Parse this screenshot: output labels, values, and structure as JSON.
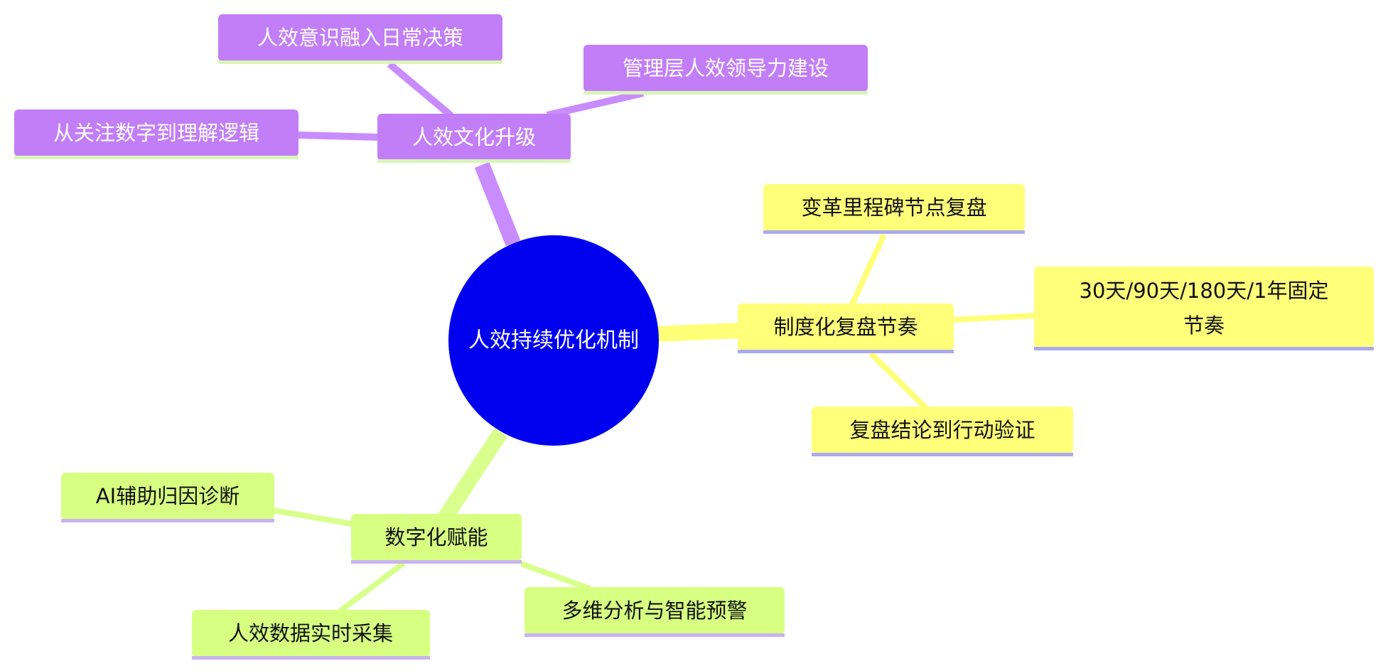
{
  "colors": {
    "background": "#ffffff",
    "center_fill": "#0000ee",
    "center_text": "#ffffff",
    "purple_branch": "#c98cff",
    "purple_node": "#c27ef7",
    "purple_text": "#ffffff",
    "purple_underline": "#d8f5b8",
    "yellow_branch": "#ffff78",
    "yellow_node": "#ffff7a",
    "yellow_text": "#111111",
    "yellow_underline": "#aaaaee",
    "green_branch": "#d9ff8c",
    "green_node": "#d7ff82",
    "green_text": "#111111",
    "green_underline": "#c9b3f0"
  },
  "center": {
    "label": "人效持续优化机制"
  },
  "branches": [
    {
      "id": "culture",
      "label": "人效文化升级",
      "color_key": "purple",
      "children": [
        {
          "label": "人效意识融入日常决策"
        },
        {
          "label": "管理层人效领导力建设"
        },
        {
          "label": "从关注数字到理解逻辑"
        }
      ]
    },
    {
      "id": "review",
      "label": "制度化复盘节奏",
      "color_key": "yellow",
      "children": [
        {
          "label": "变革里程碑节点复盘"
        },
        {
          "label_lines": [
            "30天/90天/180天/1年固定",
            "节奏"
          ]
        },
        {
          "label": "复盘结论到行动验证"
        }
      ]
    },
    {
      "id": "digital",
      "label": "数字化赋能",
      "color_key": "green",
      "children": [
        {
          "label": "AI辅助归因诊断"
        },
        {
          "label": "人效数据实时采集"
        },
        {
          "label": "多维分析与智能预警"
        }
      ]
    }
  ]
}
